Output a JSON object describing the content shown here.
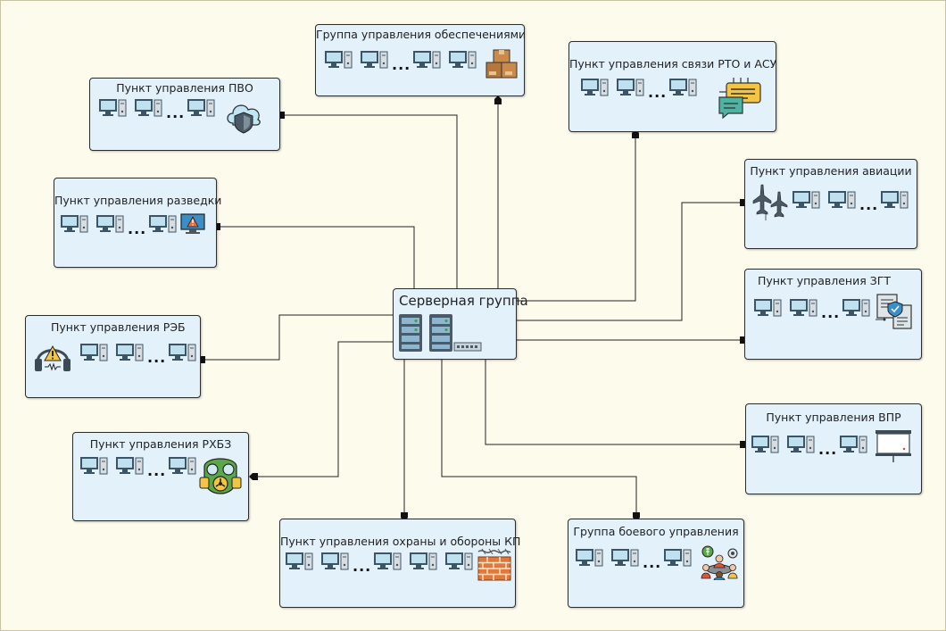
{
  "server": {
    "title": "Серверная группа",
    "icon": "server-rack-icon"
  },
  "nodes": {
    "pvo": {
      "title": "Пункт управления ПВО",
      "icon": "cloud-shield-icon"
    },
    "support": {
      "title": "Группа управления обеспечениями",
      "icon": "boxes-icon"
    },
    "comm": {
      "title": "Пункт управления связи РТО и АСУ",
      "icon": "chat-chip-icon"
    },
    "recon": {
      "title": "Пункт управления разведки",
      "icon": "monitor-alert-icon"
    },
    "aviation": {
      "title": "Пункт управления авиации",
      "icon": "aircraft-icon"
    },
    "reb": {
      "title": "Пункт управления РЭБ",
      "icon": "headphones-warning-icon"
    },
    "zgt": {
      "title": "Пункт управления ЗГТ",
      "icon": "document-shield-icon"
    },
    "rhbz": {
      "title": "Пункт управления РХБЗ",
      "icon": "gas-mask-icon"
    },
    "vpr": {
      "title": "Пункт управления ВПР",
      "icon": "whiteboard-icon"
    },
    "guard": {
      "title": "Пункт управления охраны и обороны КП",
      "icon": "brick-wall-wire-icon"
    },
    "combat": {
      "title": "Группа боевого управления",
      "icon": "team-meeting-icon"
    }
  },
  "ellipsis": "..."
}
